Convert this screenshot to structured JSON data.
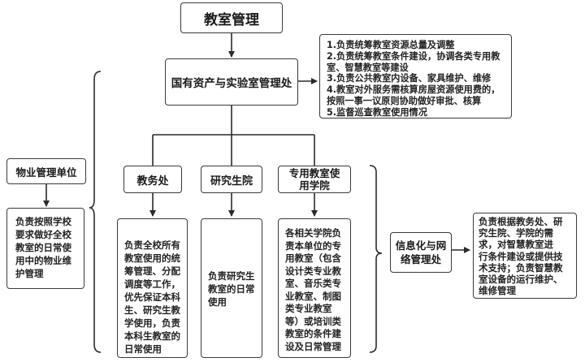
{
  "root": {
    "title": "教室管理"
  },
  "assets_office": {
    "title": "国有资产与实验室管理处"
  },
  "assets_duties": [
    "1.负责统筹教室资源总量及调整",
    "2.负责统筹教室条件建设，协调各类专用教",
    "室、智慧教室等建设",
    "3.负责公共教室内设备、家具维护、维修",
    "4.教室对外服务需核算房屋资源使用费的，",
    "按照一事一议原则协助做好审批、核算",
    "5.监督巡查教室使用情况"
  ],
  "property_unit": {
    "title": "物业管理单位",
    "desc": [
      "负责按照学校",
      "要求做好全校",
      "教室的日常使",
      "用中的物业维",
      "护管理"
    ]
  },
  "academic_affairs": {
    "title": "教务处",
    "desc": [
      "负责全校所有",
      "教室使用的统",
      "筹管理、分配",
      "调度等工作，",
      "优先保证本科",
      "生、研究生教",
      "学使用，负责",
      "本科生教室的",
      "日常使用"
    ]
  },
  "graduate_school": {
    "title": "研究生院",
    "desc": [
      "负责研究生",
      "教室的日常",
      "使用"
    ]
  },
  "special_colleges": {
    "title_lines": [
      "专用教室使",
      "用学院"
    ],
    "desc": [
      "各相关学院负",
      "责本单位的专",
      "用教室（包含",
      "设计类专业教",
      "室、音乐类专",
      "业教室、制图",
      "类专业教室",
      "等）或培训类",
      "教室的条件建",
      "设及日常管理"
    ]
  },
  "it_office": {
    "title_lines": [
      "信息化与网",
      "络管理处"
    ],
    "desc": [
      "负责根据教务处、研",
      "究生院、学院的需",
      "求，对智慧教室进",
      "行条件建设或提供技",
      "术支持；负责智慧教",
      "室设备的运行维护、",
      "维修管理"
    ]
  },
  "colors": {
    "line": "#2a2a2a",
    "border": "#3a3a3a",
    "text": "#1a1a1a"
  }
}
